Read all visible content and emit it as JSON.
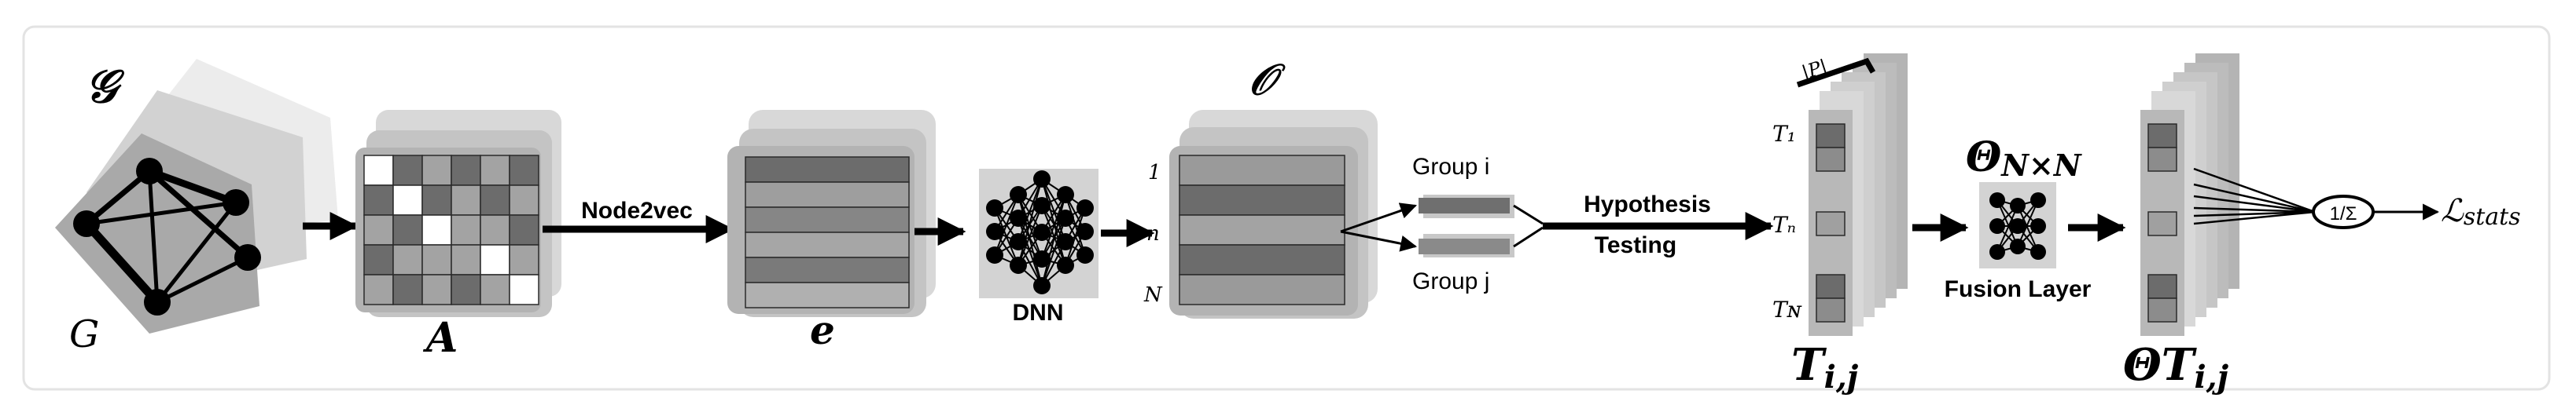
{
  "graph": {
    "cal_label": "𝒢",
    "label": "G"
  },
  "adjacency": {
    "label": "A"
  },
  "node2vec": {
    "label": "Node2vec"
  },
  "embedding": {
    "label": "e"
  },
  "dnn": {
    "label": "DNN"
  },
  "output": {
    "title": "𝒪",
    "row_labels": [
      "1",
      "n",
      "N"
    ]
  },
  "groups": {
    "group_i": "Group i",
    "group_j": "Group j"
  },
  "hypothesis": {
    "line1": "Hypothesis",
    "line2": "Testing"
  },
  "stats": {
    "row_labels": [
      "T₁",
      "Tₙ",
      "Tɴ"
    ],
    "p_label": "|P|",
    "label": "T",
    "sub": "i,j"
  },
  "fusion": {
    "title": "Θ",
    "title_sub": "N×N",
    "label": "Fusion Layer"
  },
  "fused": {
    "label": "ΘT",
    "sub": "i,j"
  },
  "aggregate": {
    "op_label": "1/Σ"
  },
  "loss": {
    "label": "ℒ",
    "sub": "stats"
  },
  "colors": {
    "panel": "#c6c6c6",
    "dark": "#6e6e6e",
    "mid": "#9a9a9a",
    "light": "#bdbdbd",
    "ink": "#000000"
  }
}
